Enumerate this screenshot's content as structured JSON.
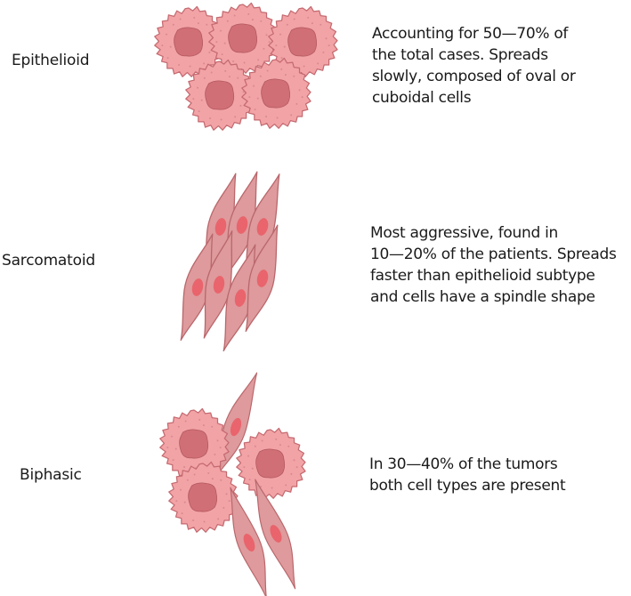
{
  "colors": {
    "cell_fill": "#f2a3a6",
    "cell_stroke": "#c46a70",
    "nucleus_fill": "#d16f76",
    "dot": "#d98a8f",
    "spindle_fill": "#de9a9c",
    "spindle_stroke": "#b9676c",
    "spindle_nucleus": "#e9646c",
    "text": "#1a1a1a"
  },
  "rows": [
    {
      "id": "epithelioid",
      "label": "Epithelioid",
      "icon": "epithelioid-cells-illustration",
      "description_lines": [
        "Accounting for 50—70% of",
        "the total cases. Spreads",
        "slowly, composed of oval or",
        "cuboidal cells"
      ]
    },
    {
      "id": "sarcomatoid",
      "label": "Sarcomatoid",
      "icon": "sarcomatoid-cells-illustration",
      "description_lines": [
        "Most aggressive, found in",
        "10—20% of the patients. Spreads",
        "faster than epithelioid subtype",
        "and cells have a spindle shape"
      ]
    },
    {
      "id": "biphasic",
      "label": "Biphasic",
      "icon": "biphasic-cells-illustration",
      "description_lines": [
        "In 30—40% of the tumors",
        "both cell types are present"
      ]
    }
  ]
}
